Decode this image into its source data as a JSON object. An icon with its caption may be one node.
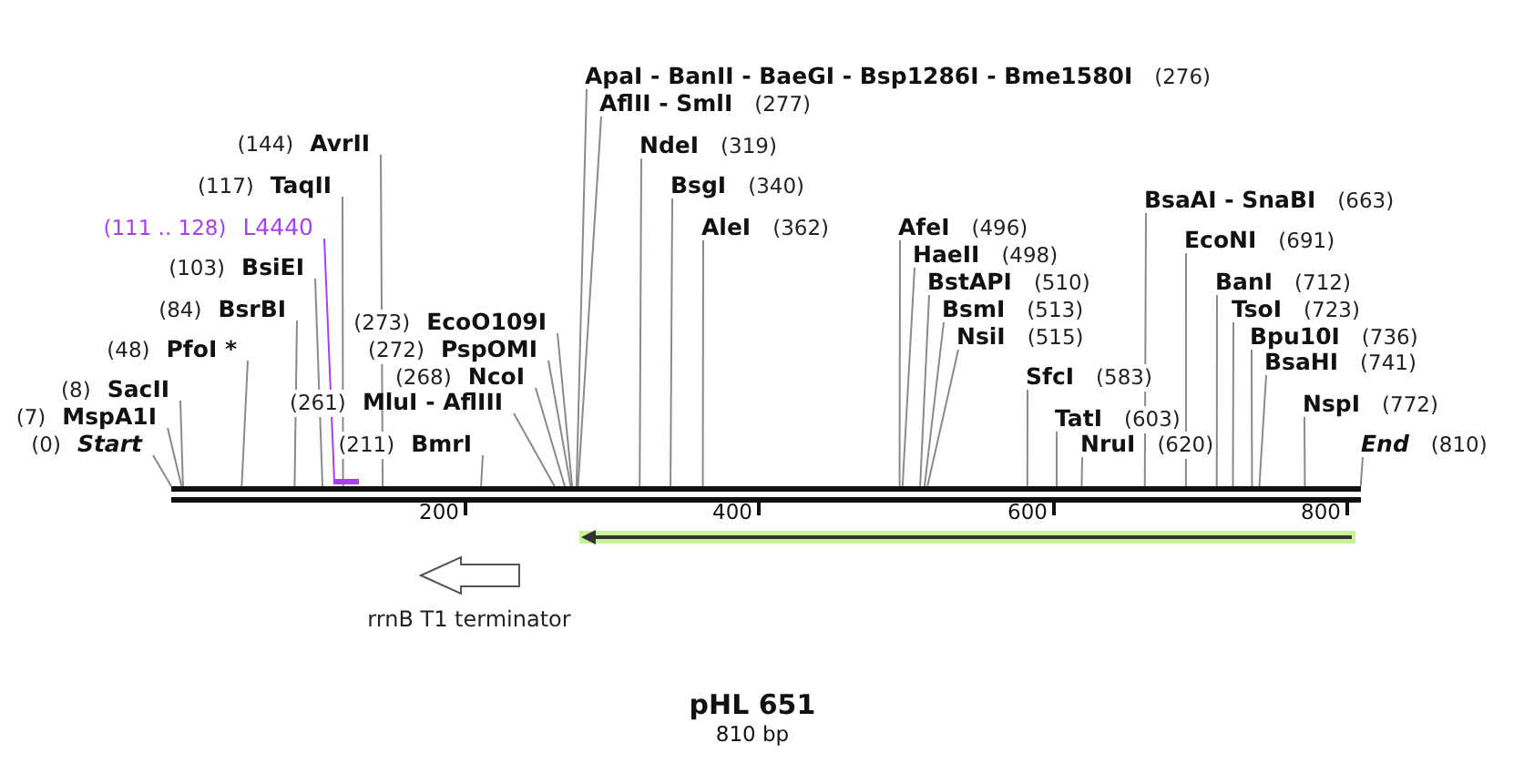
{
  "diagram": {
    "title": "pHL 651",
    "caption": "810 bp",
    "nodes": [
      {
        "text": [
          "(0)",
          "Start"
        ]
      },
      {
        "text": [
          "(7)",
          "MspA1I"
        ]
      },
      {
        "text": [
          "(8)",
          "SacII"
        ]
      },
      {
        "text": [
          "(48)",
          "PfoI *"
        ]
      },
      {
        "text": [
          "(84)",
          "BsrBI"
        ]
      },
      {
        "text": [
          "(103)",
          "BsiEI"
        ]
      },
      {
        "text": [
          "(111 .. 128)",
          "L4440"
        ]
      },
      {
        "text": [
          "(117)",
          "TaqII"
        ]
      },
      {
        "text": [
          "(144)",
          "AvrII"
        ]
      },
      {
        "text": [
          "(261)",
          "MluI - AflIII"
        ]
      },
      {
        "text": [
          "(211)",
          "BmrI"
        ]
      },
      {
        "text": [
          "(268)",
          "NcoI"
        ]
      },
      {
        "text": [
          "(272)",
          "PspOMI"
        ]
      },
      {
        "text": [
          "(273)",
          "EcoO109I"
        ]
      },
      {
        "text": [
          "ApaI - BanII - BaeGI - Bsp1286I - Bme1580I",
          "(276)"
        ]
      },
      {
        "text": [
          "AflII - SmlI",
          "(277)"
        ]
      },
      {
        "text": [
          "NdeI",
          "(319)"
        ]
      },
      {
        "text": [
          "BsgI",
          "(340)"
        ]
      },
      {
        "text": [
          "AleI",
          "(362)"
        ]
      },
      {
        "text": [
          "AfeI",
          "(496)"
        ]
      },
      {
        "text": [
          "HaeII",
          "(498)"
        ]
      },
      {
        "text": [
          "BstAPI",
          "(510)"
        ]
      },
      {
        "text": [
          "BsmI",
          "(513)"
        ]
      },
      {
        "text": [
          "NsiI",
          "(515)"
        ]
      },
      {
        "text": [
          "SfcI",
          "(583)"
        ]
      },
      {
        "text": [
          "TatI",
          "(603)"
        ]
      },
      {
        "text": [
          "NruI",
          "(620)"
        ]
      },
      {
        "text": [
          "BsaAI - SnaBI",
          "(663)"
        ]
      },
      {
        "text": [
          "EcoNI",
          "(691)"
        ]
      },
      {
        "text": [
          "BanI",
          "(712)"
        ]
      },
      {
        "text": [
          "TsoI",
          "(723)"
        ]
      },
      {
        "text": [
          "Bpu10I",
          "(736)"
        ]
      },
      {
        "text": [
          "BsaHI",
          "(741)"
        ]
      },
      {
        "text": [
          "NspI",
          "(772)"
        ]
      },
      {
        "text": [
          "End",
          "(810)"
        ]
      },
      {
        "text": [],
        "shape": "bar"
      },
      {
        "text": [],
        "shape": "bar"
      },
      {
        "text": [
          "rrnB T1 terminator"
        ]
      }
    ],
    "edges": [
      {
        "from": 0,
        "to": 35,
        "arrow": "none"
      },
      {
        "from": 1,
        "to": 35,
        "arrow": "none"
      },
      {
        "from": 2,
        "to": 35,
        "arrow": "none"
      },
      {
        "from": 3,
        "to": 35,
        "arrow": "none"
      },
      {
        "from": 4,
        "to": 35,
        "arrow": "none"
      },
      {
        "from": 5,
        "to": 35,
        "arrow": "none"
      },
      {
        "from": 6,
        "to": 36,
        "arrow": "none",
        "color": "#a83ff0"
      },
      {
        "from": 7,
        "to": 35,
        "arrow": "none"
      },
      {
        "from": 8,
        "to": 35,
        "arrow": "none"
      },
      {
        "from": 9,
        "to": 35,
        "arrow": "none"
      },
      {
        "from": 10,
        "to": 35,
        "arrow": "none"
      },
      {
        "from": 11,
        "to": 35,
        "arrow": "none"
      },
      {
        "from": 12,
        "to": 35,
        "arrow": "none"
      },
      {
        "from": 13,
        "to": 35,
        "arrow": "none"
      },
      {
        "from": 14,
        "to": 35,
        "arrow": "none"
      },
      {
        "from": 15,
        "to": 35,
        "arrow": "none"
      },
      {
        "from": 16,
        "to": 35,
        "arrow": "none"
      },
      {
        "from": 17,
        "to": 35,
        "arrow": "none"
      },
      {
        "from": 18,
        "to": 35,
        "arrow": "none"
      },
      {
        "from": 19,
        "to": 35,
        "arrow": "none"
      },
      {
        "from": 20,
        "to": 35,
        "arrow": "none"
      },
      {
        "from": 21,
        "to": 35,
        "arrow": "none"
      },
      {
        "from": 22,
        "to": 35,
        "arrow": "none"
      },
      {
        "from": 23,
        "to": 35,
        "arrow": "none"
      },
      {
        "from": 24,
        "to": 35,
        "arrow": "none"
      },
      {
        "from": 25,
        "to": 35,
        "arrow": "none"
      },
      {
        "from": 26,
        "to": 35,
        "arrow": "none"
      },
      {
        "from": 27,
        "to": 35,
        "arrow": "none"
      },
      {
        "from": 28,
        "to": 35,
        "arrow": "none"
      },
      {
        "from": 29,
        "to": 35,
        "arrow": "none"
      },
      {
        "from": 30,
        "to": 35,
        "arrow": "none"
      },
      {
        "from": 31,
        "to": 35,
        "arrow": "none"
      },
      {
        "from": 32,
        "to": 35,
        "arrow": "none"
      },
      {
        "from": 33,
        "to": 35,
        "arrow": "none"
      },
      {
        "from": 34,
        "to": 35,
        "arrow": "none"
      }
    ],
    "labels": [
      "200",
      "400",
      "600",
      "800"
    ]
  }
}
